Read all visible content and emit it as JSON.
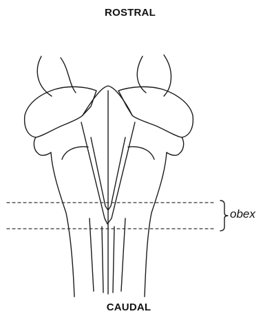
{
  "labels": {
    "rostral": "ROSTRAL",
    "caudal": "CAUDAL",
    "obex": "obex"
  },
  "colors": {
    "line": "#1a1a1a",
    "dashed": "#333333",
    "background": "#ffffff"
  }
}
